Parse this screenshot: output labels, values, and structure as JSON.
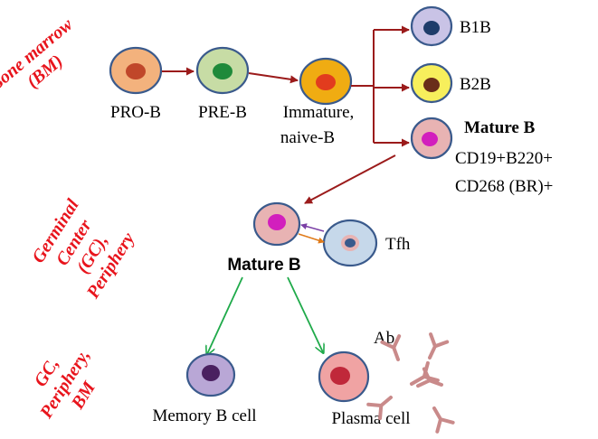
{
  "regions": {
    "bone_marrow": [
      "Bone marrow",
      "(BM)"
    ],
    "germinal_center": [
      "Germinal",
      "Center",
      "(GC),",
      "Periphery"
    ],
    "gc_periphery_bm": [
      "GC,",
      "Periphery,",
      "BM"
    ]
  },
  "cells": {
    "pro_b": "PRO-B",
    "pre_b": "PRE-B",
    "immature_1": "Immature,",
    "immature_2": "naive-B",
    "b1b": "B1B",
    "b2b": "B2B",
    "mature_b": "Mature B",
    "mature_markers_1": "CD19+B220+",
    "mature_markers_2": "CD268 (BR)+",
    "mature_b_gc": "Mature B",
    "tfh": "Tfh",
    "memory_b": "Memory B cell",
    "plasma": "Plasma cell",
    "antibody": "Ab"
  },
  "colors": {
    "region_text": "#e8141c",
    "arrow_dark_red": "#9b1b1b",
    "arrow_green": "#1faa4a",
    "arrow_purple": "#7a3fa6",
    "arrow_orange": "#e07b1a",
    "cell_outline": "#3a5a8c",
    "antibody": "#c98a8a"
  },
  "icons": [
    "cell-icon",
    "antibody-icon"
  ]
}
